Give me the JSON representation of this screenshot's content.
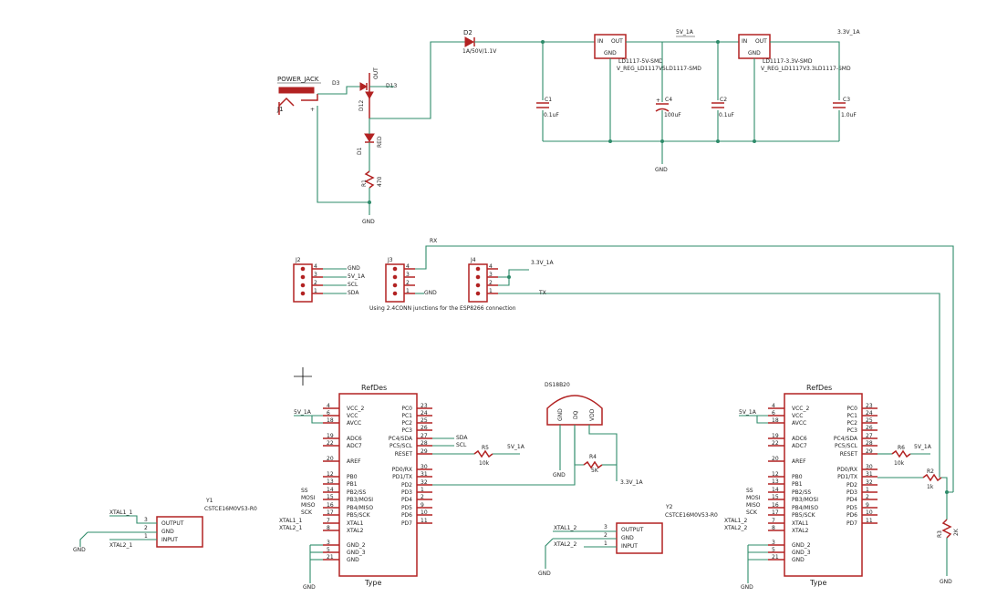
{
  "labels": {
    "power_jack": "POWER_JACK",
    "j1": "J1",
    "d3": "D3",
    "d13": "D13",
    "d12": "D12",
    "out": "OUT",
    "in": "IN",
    "d1": "D1",
    "red": "RED",
    "r1": "R1",
    "r1_val": "470",
    "d2": "D2",
    "d2_val": "1A/50V/1.1V",
    "c1": "C1",
    "c1_val": "0.1uF",
    "c4": "C4",
    "c4_val": "100uF",
    "c2": "C2",
    "c2_val": "0.1uF",
    "c3": "C3",
    "c3_val": "1.0uF",
    "reg1_name": "LD1117-5V-SMD",
    "reg1_pkg": "V_REG_LD1117V5LD1117-SMD",
    "reg2_name": "LD1117-3.3V-SMD",
    "reg2_pkg": "V_REG_LD1117V3.3LD1117-SMD",
    "reg_in": "IN",
    "reg_out": "OUT",
    "reg_gnd": "GND",
    "net_5v": "5V_1A",
    "net_33v": "3.3V_1A",
    "gnd": "GND",
    "j2": "J2",
    "j3": "J3",
    "j4": "J4",
    "j2_gnd": "GND",
    "j2_5v": "5V_1A",
    "j2_scl": "SCL",
    "j2_sda": "SDA",
    "j3_gnd": "GND",
    "rx": "RX",
    "tx": "TX",
    "j4_33v": "3.3V_1A",
    "note": "Using 2.4CONN junctions for the ESP8266 connection",
    "pin1": "1",
    "pin2": "2",
    "pin3": "3",
    "pin4": "4",
    "refdes": "RefDes",
    "type": "Type",
    "ds": "DS18B20",
    "ds_gnd": "GND",
    "ds_dq": "DQ",
    "ds_vdd": "VDD",
    "r4": "R4",
    "r4_val": "5K",
    "r5": "R5",
    "r5_val": "10k",
    "r6": "R6",
    "r6_val": "10k",
    "r2": "R2",
    "r2_val": "1k",
    "r3": "R3",
    "r3_val": "2K",
    "sda": "SDA",
    "scl": "SCL",
    "y1": "Y1",
    "y2": "Y2",
    "y_part": "CSTCE16M0V53-R0",
    "xtal1": "XTAL1_1",
    "xtal2": "XTAL2_1",
    "xtal1b": "XTAL1_2",
    "xtal2b": "XTAL2_2",
    "y_output": "OUTPUT",
    "y_gnd": "GND",
    "y_input": "INPUT",
    "ss": "SS",
    "mosi": "MOSI",
    "miso": "MISO",
    "sck": "SCK",
    "xtal1_1": "XTAL1_1",
    "xtal2_1": "XTAL2_1",
    "xtal1_2": "XTAL1_2",
    "xtal2_2": "XTAL2_2"
  },
  "mcu_left_pins": [
    {
      "name": "VCC_2",
      "num": "4"
    },
    {
      "name": "VCC",
      "num": "6"
    },
    {
      "name": "AVCC",
      "num": "18"
    },
    {
      "name": "ADC6",
      "num": "19"
    },
    {
      "name": "ADC7",
      "num": "22"
    },
    {
      "name": "AREF",
      "num": "20"
    },
    {
      "name": "PB0",
      "num": "12"
    },
    {
      "name": "PB1",
      "num": "13"
    },
    {
      "name": "PB2/SS",
      "num": "14"
    },
    {
      "name": "PB3/MOSI",
      "num": "15"
    },
    {
      "name": "PB4/MISO",
      "num": "16"
    },
    {
      "name": "PB5/SCK",
      "num": "17"
    },
    {
      "name": "XTAL1",
      "num": "7"
    },
    {
      "name": "XTAL2",
      "num": "8"
    },
    {
      "name": "GND_2",
      "num": "3"
    },
    {
      "name": "GND_3",
      "num": "5"
    },
    {
      "name": "GND",
      "num": "21"
    }
  ],
  "mcu_right_pins": [
    {
      "name": "PC0",
      "num": "23"
    },
    {
      "name": "PC1",
      "num": "24"
    },
    {
      "name": "PC2",
      "num": "25"
    },
    {
      "name": "PC3",
      "num": "26"
    },
    {
      "name": "PC4/SDA",
      "num": "27"
    },
    {
      "name": "PC5/SCL",
      "num": "28"
    },
    {
      "name": "RESET",
      "num": "29"
    },
    {
      "name": "PD0/RX",
      "num": "30"
    },
    {
      "name": "PD1/TX",
      "num": "31"
    },
    {
      "name": "PD2",
      "num": "32"
    },
    {
      "name": "PD3",
      "num": "1"
    },
    {
      "name": "PD4",
      "num": "2"
    },
    {
      "name": "PD5",
      "num": "9"
    },
    {
      "name": "PD6",
      "num": "10"
    },
    {
      "name": "PD7",
      "num": "11"
    }
  ]
}
